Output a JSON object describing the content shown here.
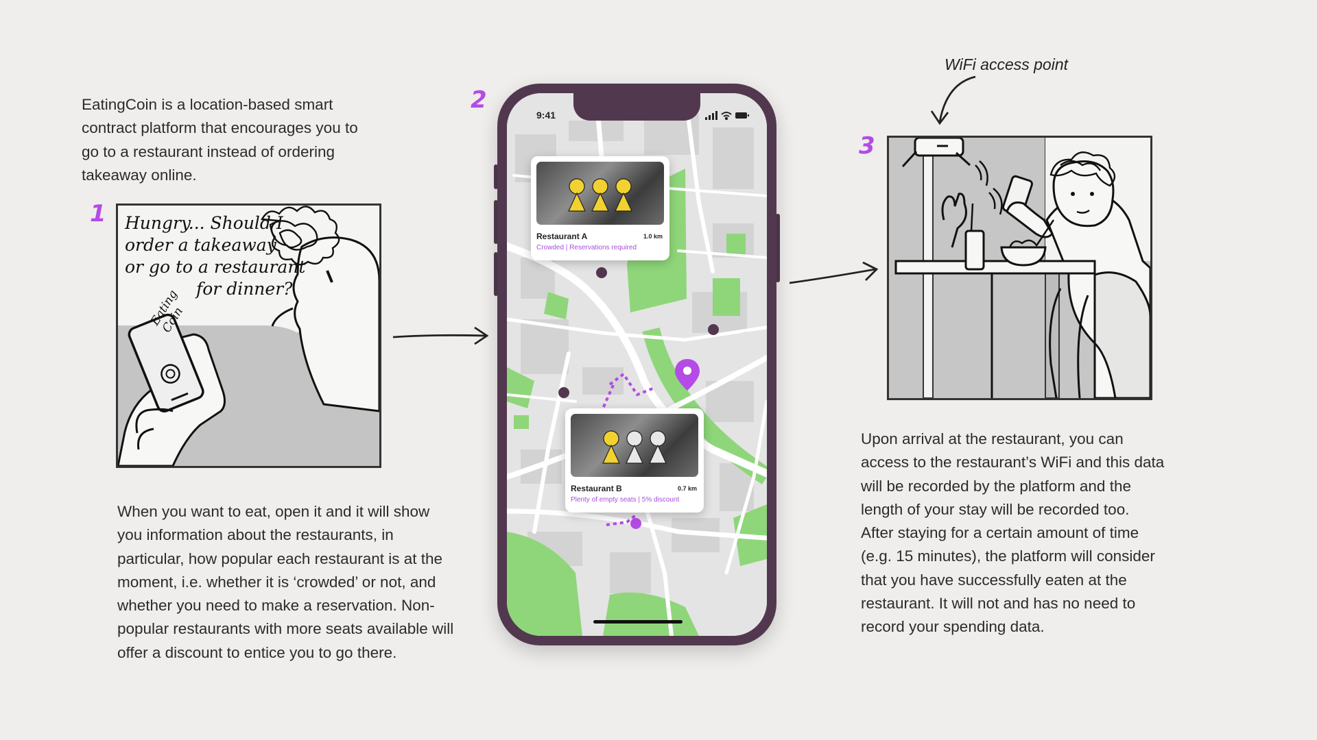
{
  "intro": {
    "lines": [
      "EatingCoin is a location-based smart",
      "contract platform that encourages you to",
      "go to a restaurant instead of ordering",
      "takeaway online."
    ]
  },
  "steps": [
    {
      "number": "1"
    },
    {
      "number": "2"
    },
    {
      "number": "3"
    }
  ],
  "panel1": {
    "speech": [
      "Hungry... Should I",
      "order a takeaway",
      "or go to a restaurant",
      "for dinner?"
    ],
    "phone_text": "Eating Coin"
  },
  "step1_text": {
    "lines": [
      "When you want to eat, open it and it will show",
      "you information about the restaurants, in",
      "particular, how popular each restaurant is at the",
      "moment, i.e. whether it is ‘crowded’ or not, and",
      "whether you need to make a reservation. Non-",
      "popular restaurants with more seats available will",
      "offer a discount to entice you to go there."
    ]
  },
  "phone": {
    "status_time": "9:41",
    "restaurant_a": {
      "name": "Restaurant A",
      "distance": "1.0 km",
      "status": "Crowded | Reservations required",
      "occupied_seats": 3,
      "total_seats": 3
    },
    "restaurant_b": {
      "name": "Restaurant B",
      "distance": "0.7 km",
      "status": "Plenty of empty seats | 5% discount",
      "occupied_seats": 1,
      "total_seats": 3
    }
  },
  "wifi": {
    "label": "WiFi access point"
  },
  "step3_text": {
    "lines": [
      "Upon arrival at the restaurant, you can",
      "access to the restaurant’s WiFi and this data",
      "will be recorded by the platform and the",
      "length of your stay will be recorded too.",
      "After staying for a certain amount of time",
      "(e.g. 15 minutes), the platform will consider",
      "that you have successfully eaten at the",
      "restaurant. It will not and has no need to",
      "record your spending data."
    ]
  },
  "colors": {
    "accent": "#b44be6",
    "phone_frame": "#52384f",
    "seat_occupied": "#f1d230",
    "park_green": "#8fd67a"
  }
}
